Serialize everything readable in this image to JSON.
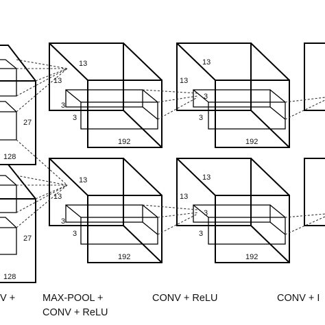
{
  "labels": {
    "c1_depth_bottom": "128",
    "c1_height": "27",
    "c2_height": "13",
    "c2_width": "13",
    "c2_kernel_h": "3",
    "c2_kernel_w": "3",
    "c2_depth": "192",
    "c3_height": "13",
    "c3_width": "13",
    "c3_kernel_h": "3",
    "c3_kernel_w": "3",
    "c3_depth": "192"
  },
  "captions": {
    "col1": "V +",
    "col2_line1": "MAX-POOL +",
    "col2_line2": "CONV + ReLU",
    "col3": "CONV + ReLU",
    "col4": "CONV + I"
  }
}
